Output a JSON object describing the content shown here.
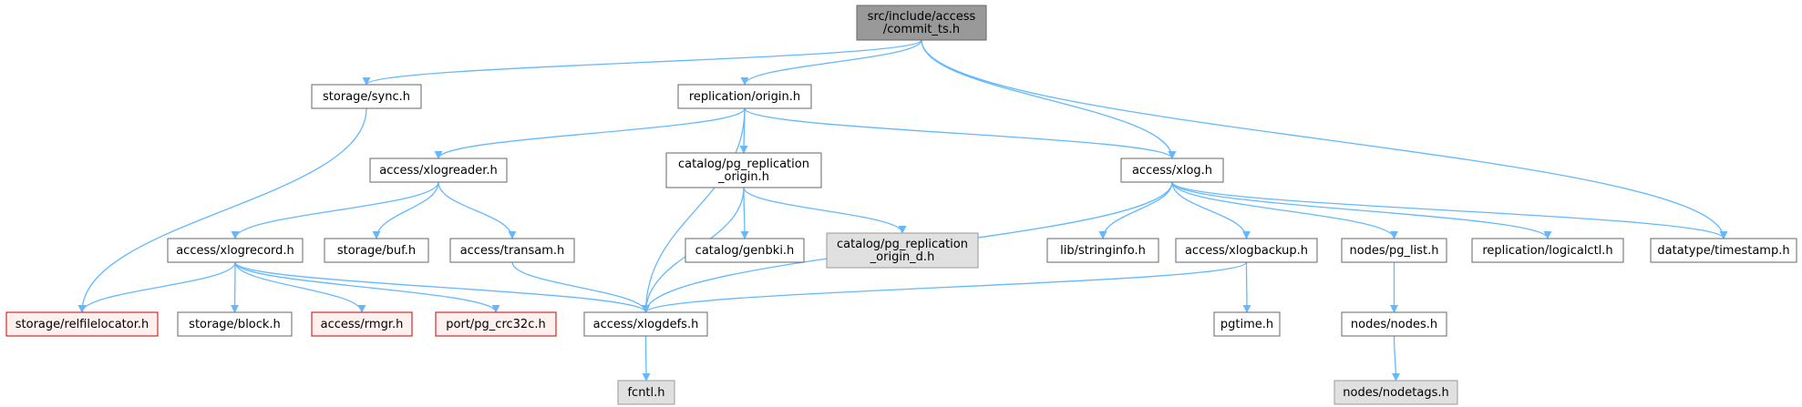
{
  "colors": {
    "edge": "#63b8ff",
    "root_fill": "#999999",
    "root_stroke": "#666666",
    "normal_fill": "#ffffff",
    "normal_stroke": "#666666",
    "missing_fill": "#fff0f0",
    "missing_stroke": "#cc0000",
    "external_fill": "#e0e0e0",
    "external_stroke": "#999999"
  },
  "nodes": [
    {
      "id": "commit_ts",
      "lines": [
        "src/include/access",
        "/commit_ts.h"
      ],
      "style": "root"
    },
    {
      "id": "sync",
      "lines": [
        "storage/sync.h"
      ],
      "style": "normal"
    },
    {
      "id": "origin",
      "lines": [
        "replication/origin.h"
      ],
      "style": "normal"
    },
    {
      "id": "xlog",
      "lines": [
        "access/xlog.h"
      ],
      "style": "normal"
    },
    {
      "id": "timestamp",
      "lines": [
        "datatype/timestamp.h"
      ],
      "style": "normal"
    },
    {
      "id": "relfilelocator",
      "lines": [
        "storage/relfilelocator.h"
      ],
      "style": "missing"
    },
    {
      "id": "xlogreader",
      "lines": [
        "access/xlogreader.h"
      ],
      "style": "normal"
    },
    {
      "id": "pg_repl_origin",
      "lines": [
        "catalog/pg_replication",
        "_origin.h"
      ],
      "style": "normal"
    },
    {
      "id": "xlogdefs",
      "lines": [
        "access/xlogdefs.h"
      ],
      "style": "normal"
    },
    {
      "id": "xlogrecord",
      "lines": [
        "access/xlogrecord.h"
      ],
      "style": "normal"
    },
    {
      "id": "buf",
      "lines": [
        "storage/buf.h"
      ],
      "style": "normal"
    },
    {
      "id": "transam",
      "lines": [
        "access/transam.h"
      ],
      "style": "normal"
    },
    {
      "id": "block",
      "lines": [
        "storage/block.h"
      ],
      "style": "normal"
    },
    {
      "id": "rmgr",
      "lines": [
        "access/rmgr.h"
      ],
      "style": "missing"
    },
    {
      "id": "crc32c",
      "lines": [
        "port/pg_crc32c.h"
      ],
      "style": "missing"
    },
    {
      "id": "genbki",
      "lines": [
        "catalog/genbki.h"
      ],
      "style": "normal"
    },
    {
      "id": "pg_repl_origin_d",
      "lines": [
        "catalog/pg_replication",
        "_origin_d.h"
      ],
      "style": "external"
    },
    {
      "id": "fcntl",
      "lines": [
        "fcntl.h"
      ],
      "style": "external"
    },
    {
      "id": "stringinfo",
      "lines": [
        "lib/stringinfo.h"
      ],
      "style": "normal"
    },
    {
      "id": "xlogbackup",
      "lines": [
        "access/xlogbackup.h"
      ],
      "style": "normal"
    },
    {
      "id": "pg_list",
      "lines": [
        "nodes/pg_list.h"
      ],
      "style": "normal"
    },
    {
      "id": "logicalctl",
      "lines": [
        "replication/logicalctl.h"
      ],
      "style": "normal"
    },
    {
      "id": "pgtime",
      "lines": [
        "pgtime.h"
      ],
      "style": "normal"
    },
    {
      "id": "nodes",
      "lines": [
        "nodes/nodes.h"
      ],
      "style": "normal"
    },
    {
      "id": "nodetags",
      "lines": [
        "nodes/nodetags.h"
      ],
      "style": "external"
    }
  ],
  "edges": [
    [
      "commit_ts",
      "sync"
    ],
    [
      "commit_ts",
      "origin"
    ],
    [
      "commit_ts",
      "xlog"
    ],
    [
      "commit_ts",
      "timestamp"
    ],
    [
      "sync",
      "relfilelocator"
    ],
    [
      "origin",
      "xlogreader"
    ],
    [
      "origin",
      "pg_repl_origin"
    ],
    [
      "origin",
      "xlogdefs"
    ],
    [
      "origin",
      "xlog"
    ],
    [
      "xlogreader",
      "xlogrecord"
    ],
    [
      "xlogreader",
      "buf"
    ],
    [
      "xlogreader",
      "transam"
    ],
    [
      "xlogrecord",
      "relfilelocator"
    ],
    [
      "xlogrecord",
      "block"
    ],
    [
      "xlogrecord",
      "rmgr"
    ],
    [
      "xlogrecord",
      "crc32c"
    ],
    [
      "xlogrecord",
      "xlogdefs"
    ],
    [
      "transam",
      "xlogdefs"
    ],
    [
      "pg_repl_origin",
      "genbki"
    ],
    [
      "pg_repl_origin",
      "pg_repl_origin_d"
    ],
    [
      "pg_repl_origin",
      "xlogdefs"
    ],
    [
      "xlogdefs",
      "fcntl"
    ],
    [
      "xlog",
      "xlogdefs"
    ],
    [
      "xlog",
      "stringinfo"
    ],
    [
      "xlog",
      "xlogbackup"
    ],
    [
      "xlog",
      "pg_list"
    ],
    [
      "xlog",
      "logicalctl"
    ],
    [
      "xlog",
      "timestamp"
    ],
    [
      "xlogbackup",
      "pgtime"
    ],
    [
      "xlogbackup",
      "xlogdefs"
    ],
    [
      "pg_list",
      "nodes"
    ],
    [
      "nodes",
      "nodetags"
    ]
  ]
}
